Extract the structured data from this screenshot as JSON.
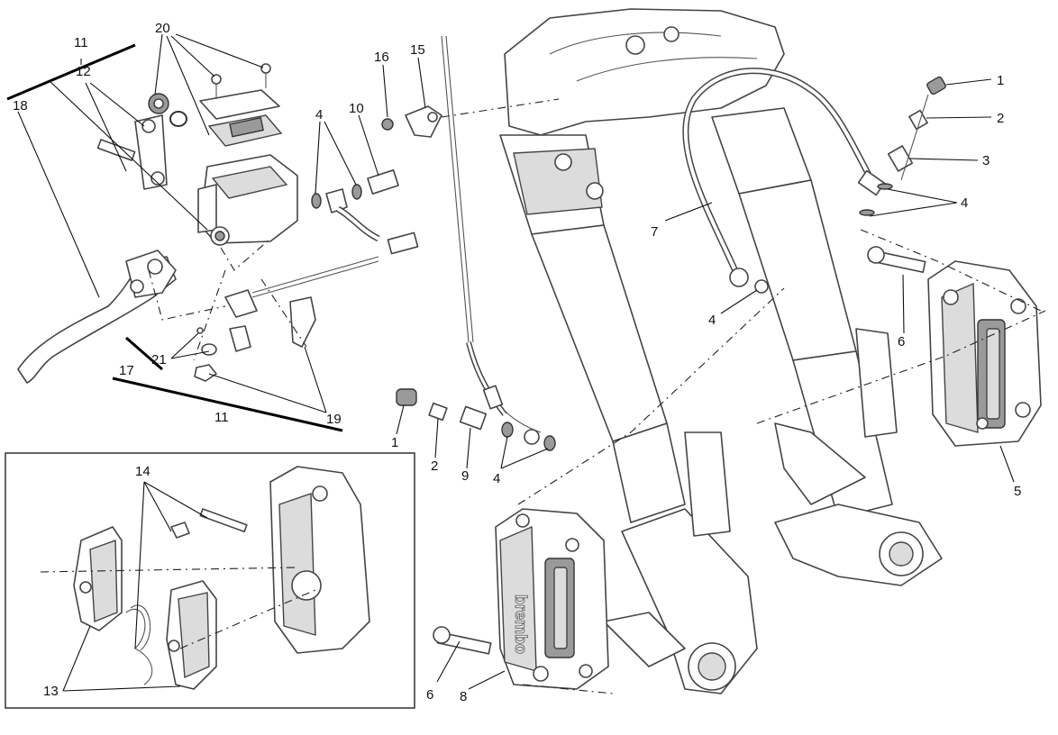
{
  "brand_text": "brembo",
  "callouts": {
    "c11a": "11",
    "c20": "20",
    "c12": "12",
    "c18": "18",
    "c16": "16",
    "c15": "15",
    "c4a": "4",
    "c10": "10",
    "c1a": "1",
    "c2a": "2",
    "c3": "3",
    "c4b": "4",
    "c7": "7",
    "c4c": "4",
    "c6a": "6",
    "c5": "5",
    "c17": "17",
    "c21": "21",
    "c11b": "11",
    "c19": "19",
    "c1b": "1",
    "c2b": "2",
    "c9": "9",
    "c4d": "4",
    "c14": "14",
    "c13": "13",
    "c6b": "6",
    "c8": "8"
  }
}
